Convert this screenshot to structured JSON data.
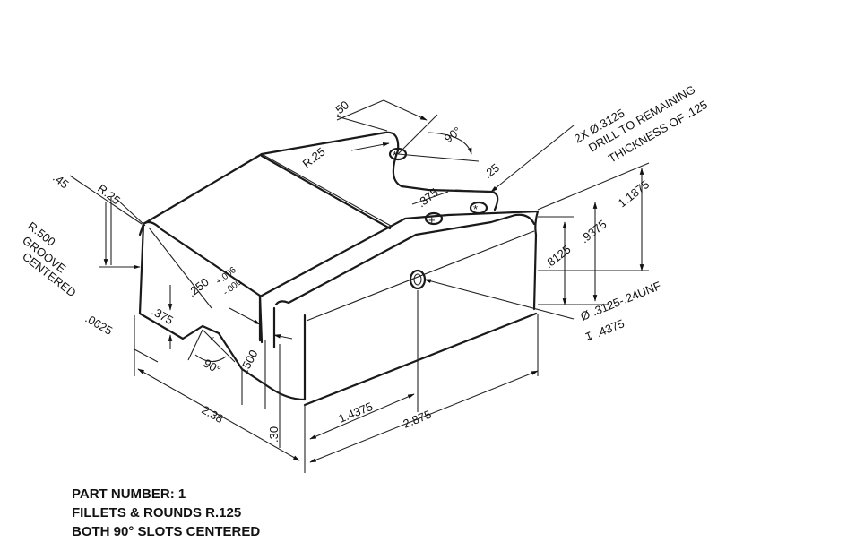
{
  "dimensions": {
    "d_50": ".50",
    "d_90_top": "90°",
    "d_r25_top": "R.25",
    "d_drill_line1": "2X Ø.3125",
    "d_drill_line2": "DRILL TO REMAINING",
    "d_drill_line3": "THICKNESS OF .125",
    "d_25": ".25",
    "d_375_top": ".375",
    "d_11875": "1.1875",
    "d_8125": ".8125",
    "d_9375": ".9375",
    "d_45": ".45",
    "d_r25_left": "R.25",
    "d_r500_groove_line1": "R.500",
    "d_r500_groove_line2": "GROOVE",
    "d_r500_groove_line3": "CENTERED",
    "d_250": ".250",
    "d_250_tol_plus": "+.006",
    "d_250_tol_minus": "-.000",
    "d_375_left": ".375",
    "d_0625": ".0625",
    "d_90_left": "90°",
    "d_500": ".500",
    "d_thread": "Ø .3125-.24UNF",
    "d_4375": "↧ .4375",
    "d_238": "2.38",
    "d_14375": "1.4375",
    "d_2875": "2.875",
    "d_30": ".30"
  },
  "notes": {
    "line1": "PART NUMBER: 1",
    "line2": "FILLETS & ROUNDS R.125",
    "line3": "BOTH 90° SLOTS CENTERED"
  }
}
